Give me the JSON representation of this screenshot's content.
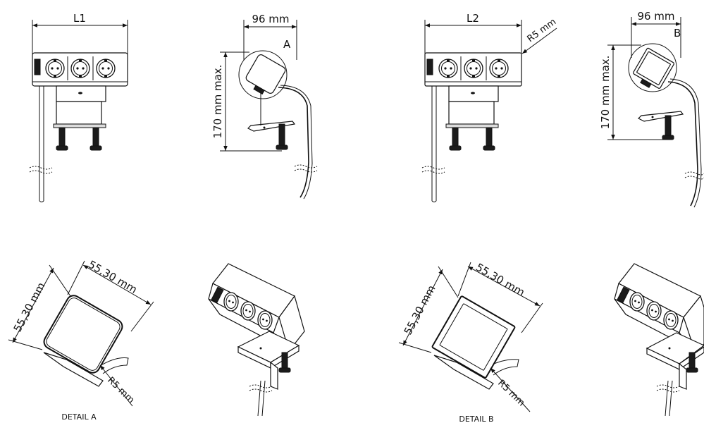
{
  "views": {
    "front_view_1": {
      "width_label": "L1"
    },
    "side_view_1": {
      "width_label": "96 mm",
      "height_label": "170 mm max.",
      "detail_marker": "A"
    },
    "front_view_2": {
      "width_label": "L2",
      "radius_label": "R5 mm"
    },
    "side_view_2": {
      "width_label": "96 mm",
      "height_label": "170 mm max.",
      "detail_marker": "B"
    },
    "detail_a": {
      "dim_width": "55,30 mm",
      "dim_height": "55,30 mm",
      "radius_label": "R5 mm",
      "caption": "DETAIL A"
    },
    "detail_b": {
      "dim_width": "55,30 mm",
      "dim_height": "55,30 mm",
      "radius_label": "R5 mm",
      "caption": "DETAIL B"
    }
  },
  "colors": {
    "line": "#111111",
    "fill": "#ffffff",
    "dark": "#1b1b1b"
  }
}
